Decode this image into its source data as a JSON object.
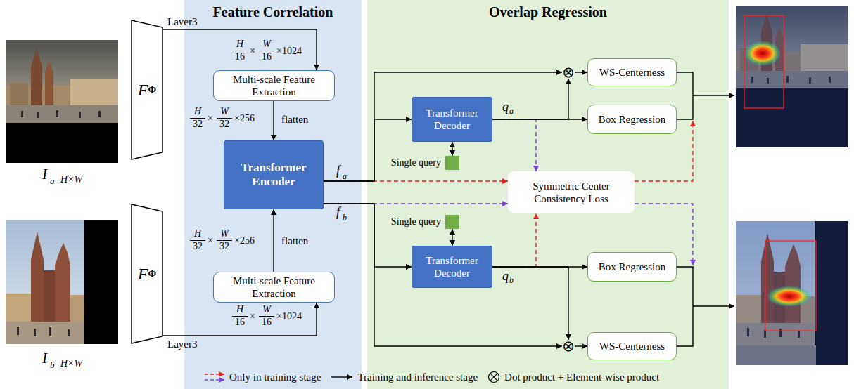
{
  "diagram": {
    "nodes": [
      {
        "text": [
          "F",
          "Φ"
        ]
      },
      {
        "text": [
          "F",
          "Φ"
        ]
      },
      {
        "text": [
          "Feature Correlation"
        ]
      },
      {
        "text": [
          "Multi-scale Feature Extraction"
        ],
        "in": 2
      },
      {
        "text": [
          "Transformer Encoder"
        ],
        "in": 2
      },
      {
        "text": [
          "Multi-scale Feature Extraction"
        ],
        "in": 2
      },
      {
        "text": [
          "Overlap Regression"
        ]
      },
      {
        "text": [
          "⊗"
        ],
        "in": 6
      },
      {
        "text": [
          "WS-Centerness"
        ],
        "in": 6
      },
      {
        "text": [
          "Transformer Decoder"
        ],
        "in": 6
      },
      {
        "text": [
          "Box Regression"
        ],
        "in": 6
      },
      {
        "text": [
          "Single query"
        ],
        "in": 6
      },
      {
        "text": [
          "Symmetric Center Consistency Loss"
        ],
        "in": 6
      },
      {
        "text": [
          "Single query"
        ],
        "in": 6
      },
      {
        "text": [
          "Transformer Decoder"
        ],
        "in": 6
      },
      {
        "text": [
          "Box Regression"
        ],
        "in": 6
      },
      {
        "text": [
          "⊗"
        ],
        "in": 6
      },
      {
        "text": [
          "WS-Centerness"
        ],
        "in": 6
      }
    ],
    "edges": [
      {
        "from": 0,
        "to": 3,
        "label": "Layer3",
        "arrow": "to"
      },
      {
        "from": 1,
        "to": 5,
        "label": "Layer3",
        "arrow": "to"
      },
      {
        "from": 3,
        "to": 4,
        "arrow": "to"
      },
      {
        "from": 5,
        "to": 4,
        "arrow": "to"
      },
      {
        "from": 4,
        "to": 9,
        "arrow": "to"
      },
      {
        "from": 4,
        "to": 7,
        "arrow": "to"
      },
      {
        "from": 4,
        "to": 12,
        "arrow": "to"
      },
      {
        "from": 4,
        "to": 14,
        "arrow": "to"
      },
      {
        "from": 4,
        "to": 16,
        "arrow": "to"
      },
      {
        "from": 4,
        "to": 12,
        "arrow": "to"
      },
      {
        "from": 9,
        "to": 7,
        "arrow": "to"
      },
      {
        "from": 9,
        "to": 10,
        "arrow": "to"
      },
      {
        "from": 9,
        "to": 12,
        "arrow": "to"
      },
      {
        "from": 7,
        "to": 8,
        "arrow": "to"
      },
      {
        "from": 11,
        "to": 9,
        "arrow": "both"
      },
      {
        "from": 13,
        "to": 14,
        "arrow": "both"
      },
      {
        "from": 14,
        "to": 15,
        "arrow": "to"
      },
      {
        "from": 14,
        "to": 16,
        "arrow": "to"
      },
      {
        "from": 14,
        "to": 12,
        "arrow": "to"
      },
      {
        "from": 16,
        "to": 17,
        "arrow": "to"
      }
    ],
    "labels": [
      "I",
      "a",
      "H×W",
      "I",
      "b",
      "H×W",
      "H",
      "16",
      "×",
      "W",
      "16",
      "×1024",
      "H",
      "32",
      "×",
      "W",
      "32",
      "×256",
      "flatten",
      "H",
      "32",
      "×",
      "W",
      "32",
      "×256",
      "flatten",
      "H",
      "16",
      "×",
      "W",
      "16",
      "×1024",
      "f",
      "a",
      "f",
      "b",
      "q",
      "a",
      "q",
      "b"
    ],
    "legend": [
      {
        "text": "Only in training stage"
      },
      {
        "text": "Training and inference stage"
      },
      {
        "text": "Dot product + Element-wise product"
      }
    ]
  }
}
